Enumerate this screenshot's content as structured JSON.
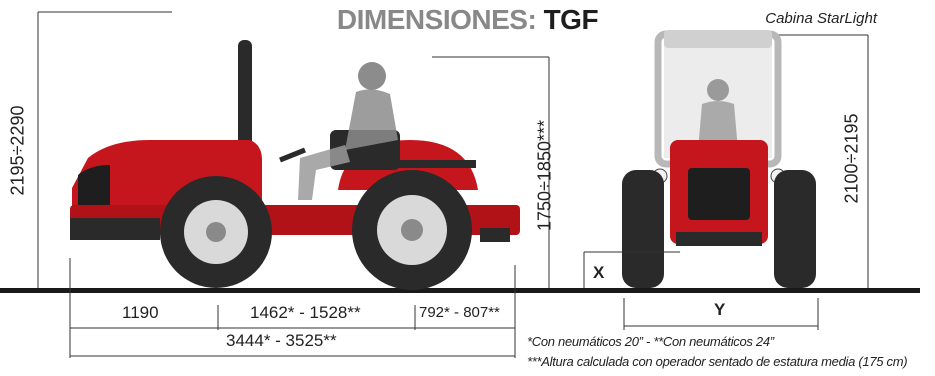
{
  "title": {
    "part1": "DIMENSIONES:",
    "part2": "TGF"
  },
  "cabin_label": "Cabina StarLight",
  "dimensions": {
    "side_height": "2195÷2290",
    "operator_height": "1750÷1850***",
    "front_height": "2100÷2195",
    "front_overhang": "1190",
    "wheelbase": "1462* - 1528**",
    "rear_overhang": "792* - 807**",
    "total_length": "3444* - 3525**",
    "clearance_label": "X",
    "width_label": "Y"
  },
  "notes": {
    "line1": "*Con neumáticos 20” - **Con neumáticos 24”",
    "line2": "***Altura calculada con operador sentado de estatura media (175 cm)"
  },
  "colors": {
    "tractor_red": "#c4161c",
    "tire_black": "#2a2a2a",
    "title_grey": "#888888"
  }
}
